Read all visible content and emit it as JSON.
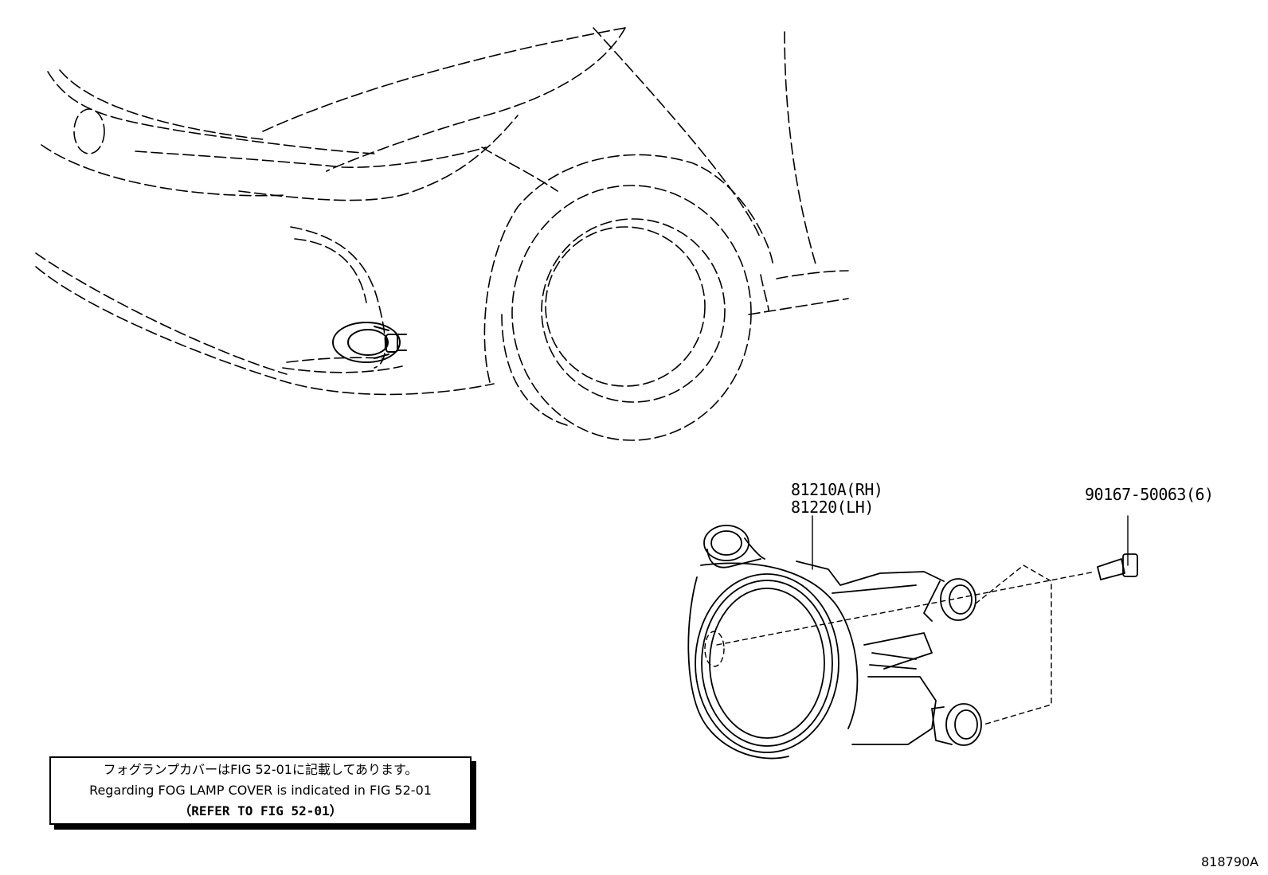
{
  "parts": {
    "fog_lamp_rh": "81210A(RH)",
    "fog_lamp_lh": "81220(LH)",
    "screw": "90167-50063(6)"
  },
  "note": {
    "japanese": "フォグランプカバーはFIG 52-01に記載してあります。",
    "english": "Regarding FOG LAMP COVER is indicated in FIG 52-01",
    "reference": "（REFER TO FIG 52-01）"
  },
  "figure_id": "818790A",
  "colors": {
    "line": "#000000",
    "background": "#ffffff"
  }
}
